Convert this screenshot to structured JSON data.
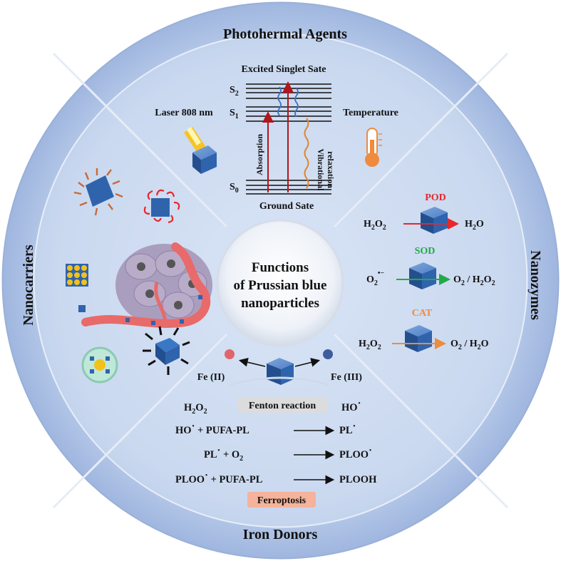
{
  "center": {
    "line1": "Functions",
    "line2": "of Prussian blue",
    "line3": "nanoparticles"
  },
  "sections": {
    "top": "Photohermal Agents",
    "right": "Nanozymes",
    "bottom": "Iron Donors",
    "left": "Nanocarriers"
  },
  "photothermal": {
    "excited_label": "Excited Singlet Sate",
    "ground_label": "Ground Sate",
    "s2": "S",
    "s2_sub": "2",
    "s1": "S",
    "s1_sub": "1",
    "s0": "S",
    "s0_sub": "0",
    "absorption": "Absorption",
    "vibrational": "Vibrational",
    "relaxation": "relaxation",
    "laser": "Laser 808 nm",
    "temperature": "Temperature"
  },
  "nanozymes": {
    "pod": {
      "name": "POD",
      "color": "#e8262b",
      "left": "H",
      "left_sub": "2",
      "left_end": "O",
      "left_sub2": "2",
      "right": "H",
      "right_sub": "2",
      "right_end": "O"
    },
    "sod": {
      "name": "SOD",
      "color": "#22a94a",
      "left": "O",
      "left_sub": "2",
      "left_sup": "•−",
      "right": "O",
      "right_sub": "2",
      "right_mid": " / H",
      "right_sub2": "2",
      "right_end": "O",
      "right_sub3": "2"
    },
    "cat": {
      "name": "CAT",
      "color": "#f08a3c",
      "left": "H",
      "left_sub": "2",
      "left_end": "O",
      "left_sub2": "2",
      "right": "O",
      "right_sub": "2",
      "right_mid": " / H",
      "right_sub2": "2",
      "right_end": "O"
    }
  },
  "iron": {
    "fe2": "Fe (II)",
    "fe3": "Fe (III)",
    "fenton": "Fenton reaction",
    "ferroptosis": "Ferroptosis",
    "fenton_color": "#dcdcdc",
    "ferroptosis_color": "#f4b39a",
    "r0_left": "H",
    "r0_left_sub": "2",
    "r0_left_mid": "O",
    "r0_left_sub2": "2",
    "r0_right": "HO",
    "r1_left_a": "HO",
    "r1_left_b": " + PUFA-PL",
    "r1_right": "PL",
    "r2_left_a": "PL",
    "r2_left_b": " + O",
    "r2_left_sub": "2",
    "r2_right": "PLOO",
    "r3_left_a": "PLOO",
    "r3_left_b": " + PUFA-PL",
    "r3_right": "PLOOH",
    "dot": "·"
  },
  "colors": {
    "circle_outer": "#a9bfe3",
    "circle_inner": "#c7d6ee",
    "cube": "#2f64ad",
    "arrow_red": "#b0161b"
  }
}
